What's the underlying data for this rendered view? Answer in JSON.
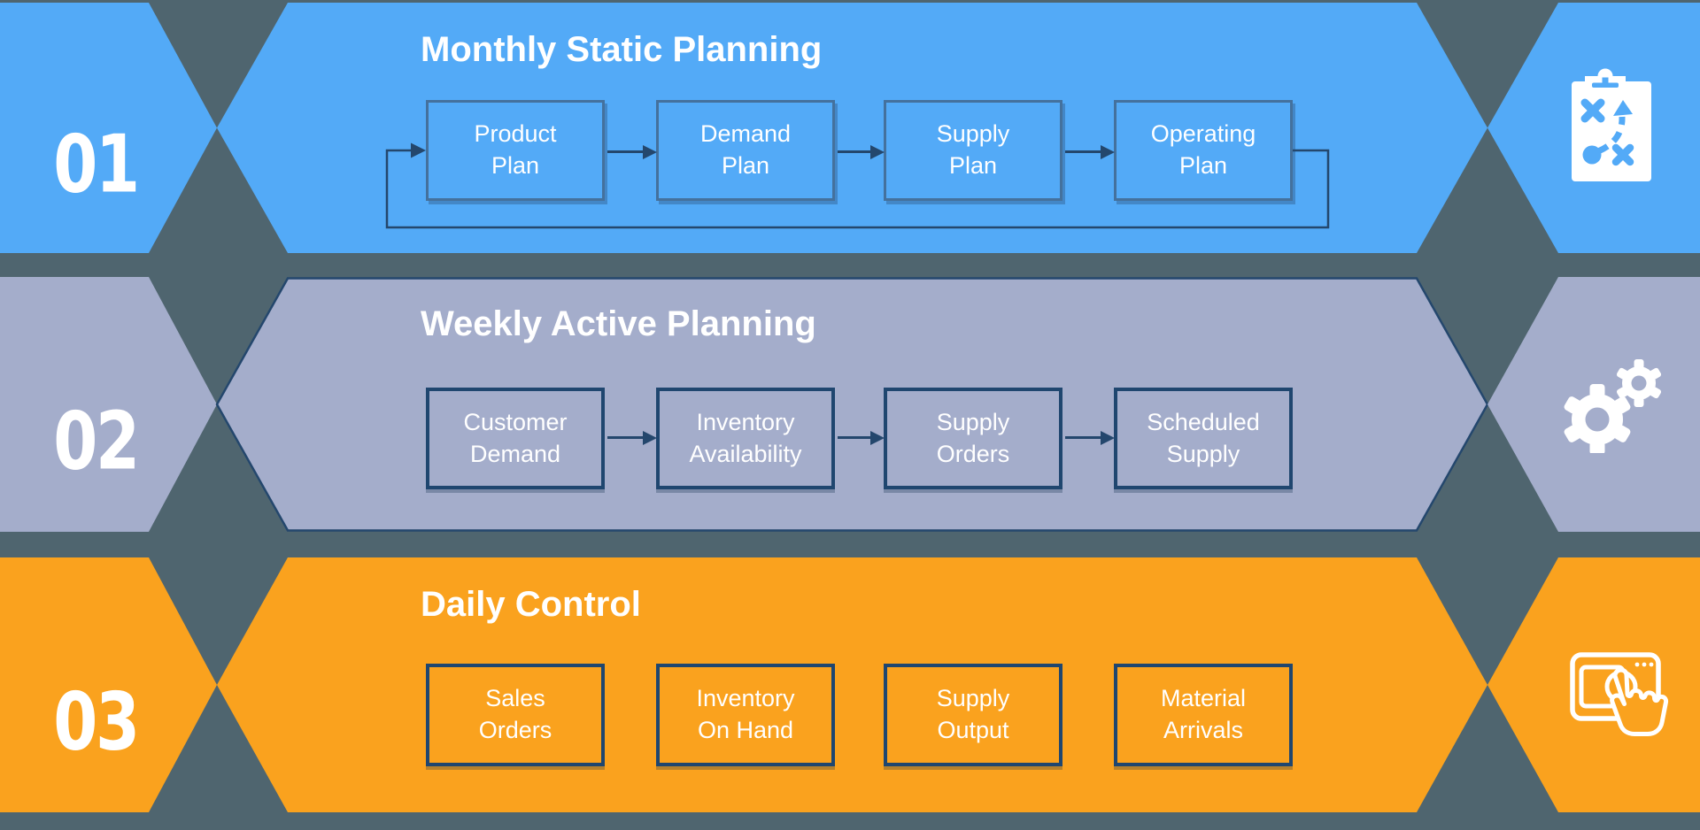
{
  "page": {
    "background_color": "#4f656f"
  },
  "rows": [
    {
      "number": "01",
      "title": "Monthly Static Planning",
      "icon": "strategy-clipboard-icon",
      "theme": {
        "banner": "#53aaf7",
        "box_border": "#44719d",
        "line": "#24476d"
      },
      "boxes": [
        {
          "lines": [
            "Product",
            "Plan"
          ]
        },
        {
          "lines": [
            "Demand",
            "Plan"
          ]
        },
        {
          "lines": [
            "Supply",
            "Plan"
          ]
        },
        {
          "lines": [
            "Operating",
            "Plan"
          ]
        }
      ],
      "flow_arrows": true,
      "feedback_loop": true
    },
    {
      "number": "02",
      "title": "Weekly Active Planning",
      "icon": "gears-icon",
      "theme": {
        "banner": "#a4adcb",
        "box_border": "#1f466f",
        "line": "#24476d"
      },
      "boxes": [
        {
          "lines": [
            "Customer",
            "Demand"
          ]
        },
        {
          "lines": [
            "Inventory",
            "Availability"
          ]
        },
        {
          "lines": [
            "Supply",
            "Orders"
          ]
        },
        {
          "lines": [
            "Scheduled",
            "Supply"
          ]
        }
      ],
      "flow_arrows": true,
      "feedback_loop": false
    },
    {
      "number": "03",
      "title": "Daily Control",
      "icon": "touch-screen-icon",
      "theme": {
        "banner": "#faa21e",
        "box_border": "#1f466f",
        "line": "#24476d"
      },
      "boxes": [
        {
          "lines": [
            "Sales",
            "Orders"
          ]
        },
        {
          "lines": [
            "Inventory",
            "On Hand"
          ]
        },
        {
          "lines": [
            "Supply",
            "Output"
          ]
        },
        {
          "lines": [
            "Material",
            "Arrivals"
          ]
        }
      ],
      "flow_arrows": false,
      "feedback_loop": false
    }
  ]
}
